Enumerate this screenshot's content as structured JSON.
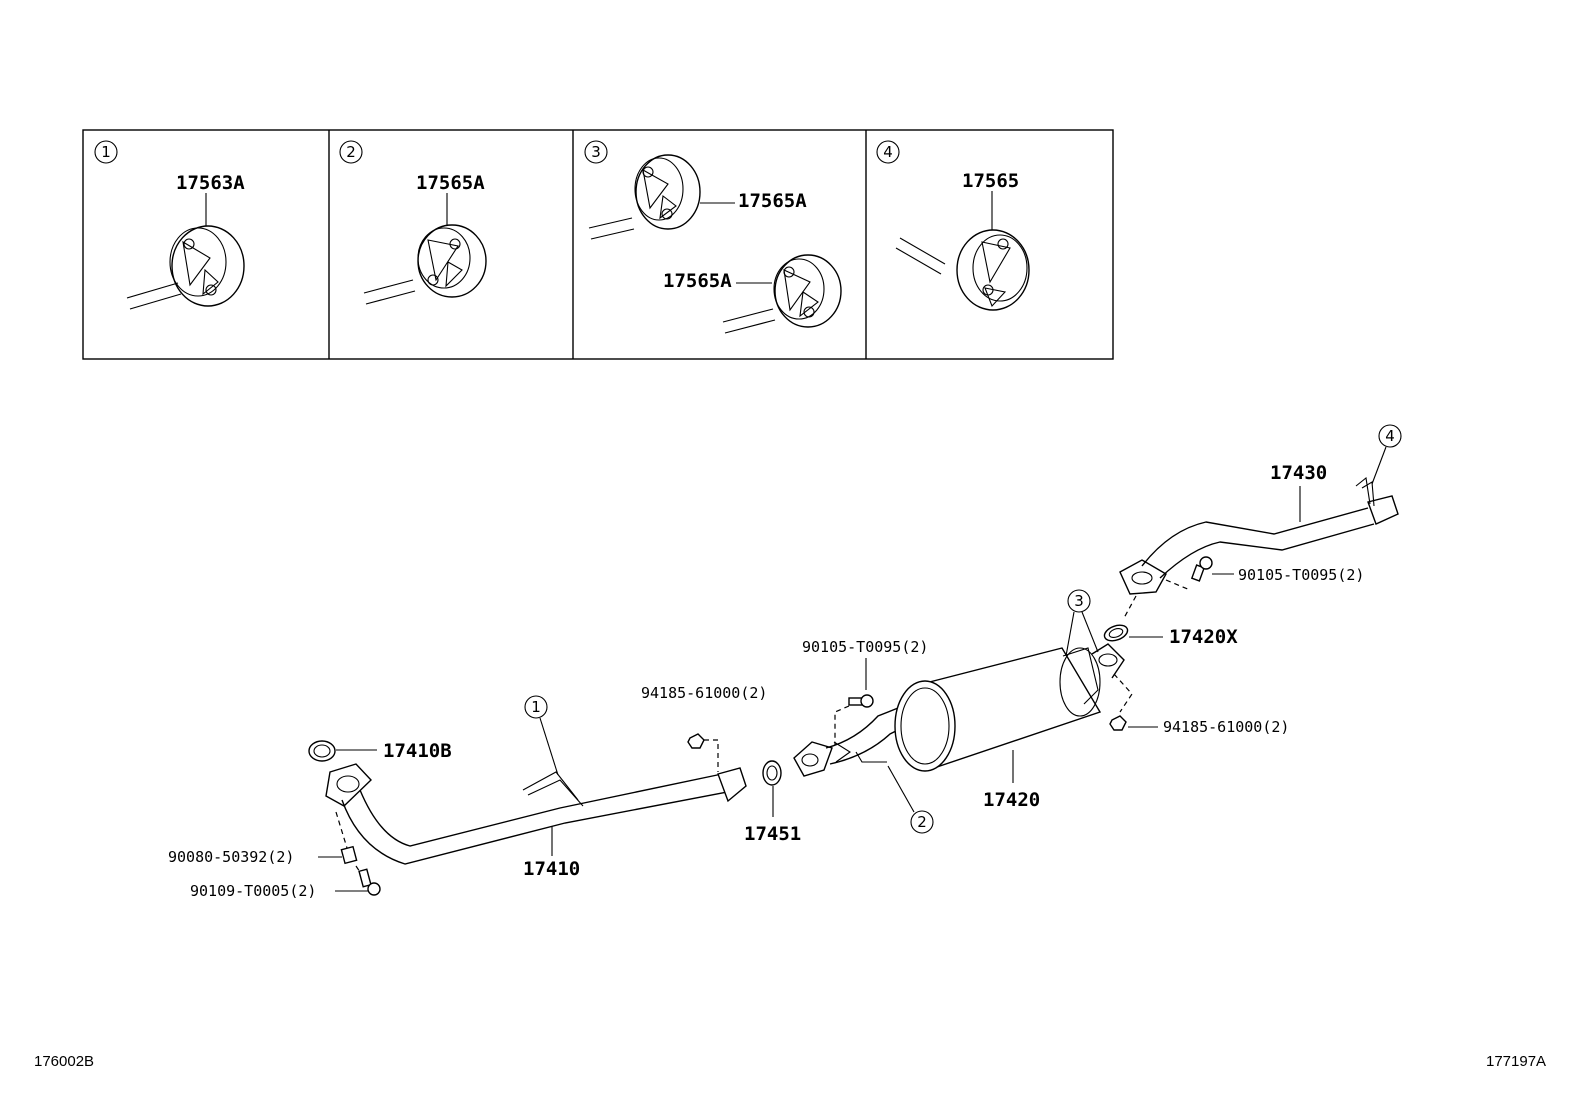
{
  "insets": [
    {
      "ref": "1",
      "parts": [
        "17563A"
      ]
    },
    {
      "ref": "2",
      "parts": [
        "17565A"
      ]
    },
    {
      "ref": "3",
      "parts": [
        "17565A",
        "17565A"
      ]
    },
    {
      "ref": "4",
      "parts": [
        "17565"
      ]
    }
  ],
  "callouts": {
    "c1": "1",
    "c2": "2",
    "c3": "3",
    "c4": "4"
  },
  "parts": {
    "p17410B": "17410B",
    "p17410": "17410",
    "p90080": "90080-50392(2)",
    "p90109": "90109-T0005(2)",
    "p94185a": "94185-61000(2)",
    "p17451": "17451",
    "p90105a": "90105-T0095(2)",
    "p17420": "17420",
    "p17420X": "17420X",
    "p94185b": "94185-61000(2)",
    "p17430": "17430",
    "p90105b": "90105-T0095(2)"
  },
  "footer": {
    "left_code": "176002B",
    "right_code": "177197A"
  }
}
